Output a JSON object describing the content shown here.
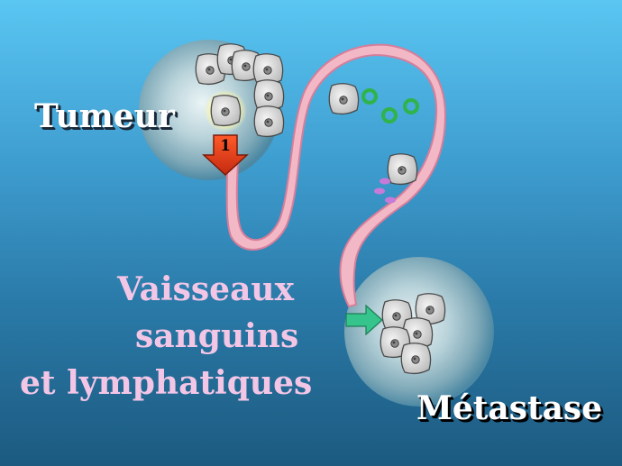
{
  "labels": {
    "tumor": "Tumeur",
    "vessels_line1": "Vaisseaux",
    "vessels_line2": "sanguins",
    "vessels_line3": "et lymphatiques",
    "metastasis": "Métastase",
    "arrow_number": "1"
  },
  "colors": {
    "background_top": "#5ac6f2",
    "background_bottom": "#1c5a80",
    "vessel": "#f2b8c6",
    "cell_fill": "#d9d9d9",
    "arrow_red": "#e8401c",
    "arrow_green": "#34c48c",
    "immune_cell": "#2fb34a",
    "platelet": "#c77ad8"
  },
  "icons": [
    "tumor-cell-icon",
    "down-arrow-icon",
    "right-arrow-icon",
    "immune-cell-icon",
    "platelet-icon"
  ]
}
